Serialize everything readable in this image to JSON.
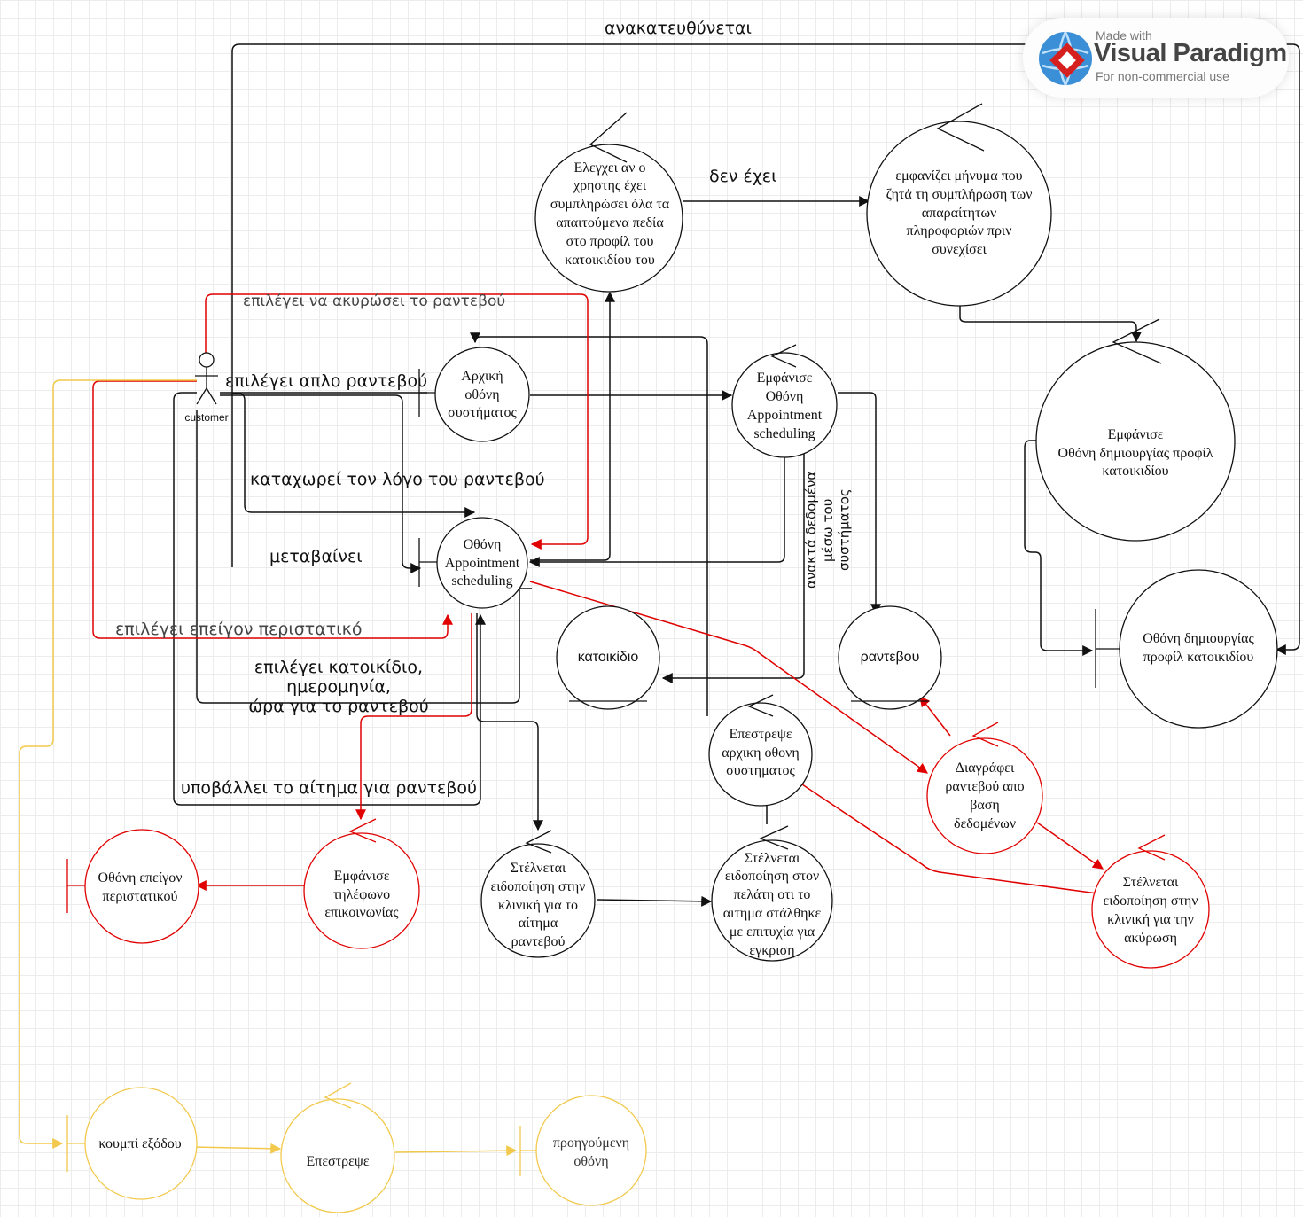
{
  "actor": {
    "name": "customer"
  },
  "watermark": {
    "made_with": "Made with",
    "brand": "Visual Paradigm",
    "usage": "For non-commercial use"
  },
  "nodes": {
    "elegxei": "Ελεγχει αν ο\nχρηστης έχει\nσυμπληρώσει όλα τα\nαπαιτούμενα πεδία\nστο προφίλ του\nκατοικιδίου του",
    "emfanizei_minima": "εμφανίζει μήνυμα που\nζητά τη συμπλήρωση των\nαπαραίτητων\nπληροφοριών πριν\nσυνεχίσει",
    "arxiki_othoni": "Αρχική\nοθόνη\nσυστήματος",
    "emfanise_appointment": "Εμφάνισε\nΟθόνη\nAppointment\nscheduling",
    "emfanise_profil": "Εμφάνισε\nΟθόνη δημιουργίας προφίλ\nκατοικιδίου",
    "othoni_appointment": "Οθόνη\nAppointment\nscheduling",
    "katoikidio": "κατοικίδιο",
    "rantevou": "ραντεβου",
    "othoni_profil": "Οθόνη δημιουργίας\nπροφίλ κατοικιδίου",
    "epestrepse_arxiki": "Επεστρεψε\nαρχικη οθονη\nσυστηματος",
    "diagrafei": "Διαγράφει\nραντεβού απο\nβαση\nδεδομένων",
    "othoni_epeigon": "Οθόνη επείγον\nπεριστατικού",
    "emfanise_tilefono": "Εμφάνισε\nτηλέφωνο\nεπικοινωνίας",
    "stelnetai_kliniki": "Στέλνεται\nειδοποίηση στην\nκλινική για το\nαίτημα\nραντεβού",
    "stelnetai_pelati": "Στέλνεται\nειδοποίηση στον\nπελάτη οτι το\nαιτημα στάλθηκε\nμε επιτυχία για\nεγκριση",
    "stelnetai_akirosi": "Στέλνεται\nειδοποίηση στην\nκλινική για την\nακύρωση",
    "koumpi_exodou": "κουμπί εξόδου",
    "epestrepse": "Επεστρεψε",
    "proigoumeni": "προηγούμενη\nοθόνη"
  },
  "edges": {
    "anakateuthynetai": "ανακατευθύνεται",
    "den_exei": "δεν έχει",
    "akyrosi": "επιλέγει να ακυρώσει το ραντεβού",
    "aplo": "επιλέγει απλο ραντεβού",
    "logos": "καταχωρεί τον λόγο του ραντεβού",
    "metavainei": "μεταβαίνει",
    "epeigon": "επιλέγει επείγον περιστατικό",
    "epilegei_katoikidio": "επιλέγει κατοικίδιο, ημερομηνία,\nώρα για το ραντεβού",
    "ypovallei": "υποβάλλει το αίτημα για ραντεβού",
    "anakta": "ανακτά δεδομένα\nμέσω του\nσυστήματος"
  },
  "colors": {
    "black": "#111111",
    "red": "#e00000",
    "yellow": "#f2c94c"
  }
}
